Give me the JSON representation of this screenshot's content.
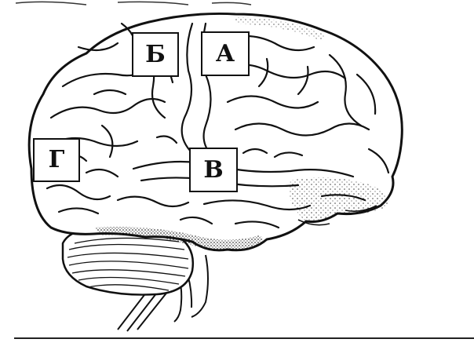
{
  "labels": {
    "a": "А",
    "b": "Б",
    "v": "В",
    "g": "Г"
  },
  "colors": {
    "ink": "#111111",
    "paper": "#ffffff"
  }
}
